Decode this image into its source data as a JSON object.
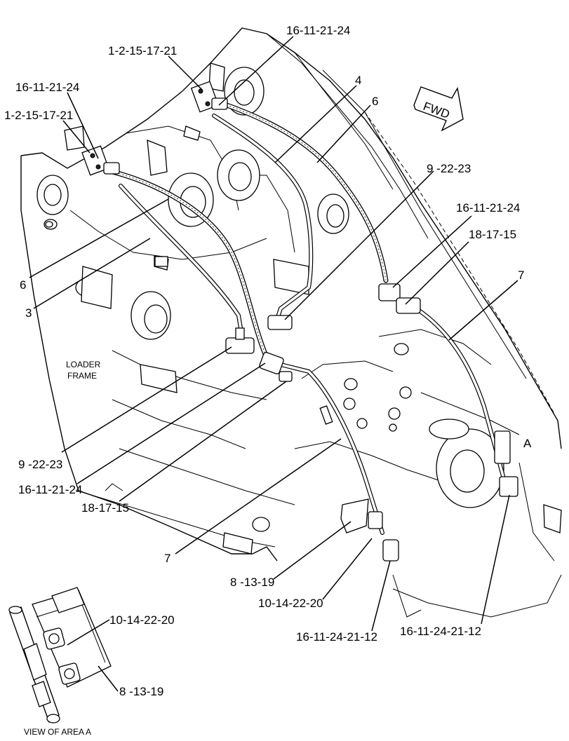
{
  "labels": {
    "fwd": "FWD",
    "loader_frame_line1": "LOADER",
    "loader_frame_line2": "FRAME",
    "area_a": "A",
    "view_of_area_a": "VIEW OF AREA  A"
  },
  "callouts": {
    "c_top_right": "16-11-21-24",
    "c_top_mid": "1-2-15-17-21",
    "c_left_upper": "16-11-21-24",
    "c_left_mid": "1-2-15-17-21",
    "c_4": "4",
    "c_6_upper": "6",
    "c_9_right": "9 -22-23",
    "c_16_right": "16-11-21-24",
    "c_18_right": "18-17-15",
    "c_7_right": "7",
    "c_6_left": "6",
    "c_3": "3",
    "c_9_left": "9 -22-23",
    "c_16_left": "16-11-21-24",
    "c_18_left": "18-17-15",
    "c_7_left": "7",
    "c_8": "8 -13-19",
    "c_10": "10-14-22-20",
    "c_16_bottom_mid": "16-11-24-21-12",
    "c_16_bottom_right": "16-11-24-21-12",
    "c_inset_10": "10-14-22-20",
    "c_inset_8": "8 -13-19"
  }
}
